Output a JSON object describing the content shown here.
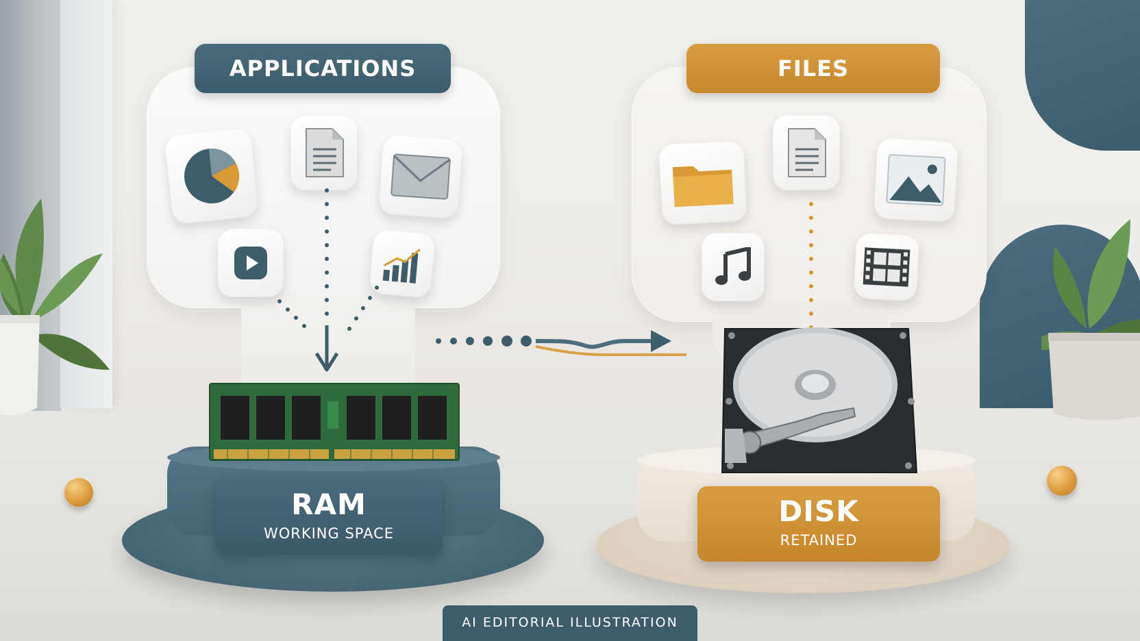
{
  "labels": {
    "applications": "APPLICATIONS",
    "files": "FILES"
  },
  "ram": {
    "title": "RAM",
    "subtitle": "WORKING SPACE"
  },
  "disk": {
    "title": "DISK",
    "subtitle": "RETAINED"
  },
  "caption": "AI EDITORIAL ILLUSTRATION",
  "app_icons": [
    "pie-chart-icon",
    "document-icon",
    "envelope-icon",
    "play-icon",
    "bar-chart-icon"
  ],
  "file_icons": [
    "folder-icon",
    "document-icon",
    "image-icon",
    "music-note-icon",
    "film-icon"
  ],
  "colors": {
    "slate": "#3e5d6b",
    "amber": "#d4962f",
    "pcb_green": "#2f6b3c"
  }
}
